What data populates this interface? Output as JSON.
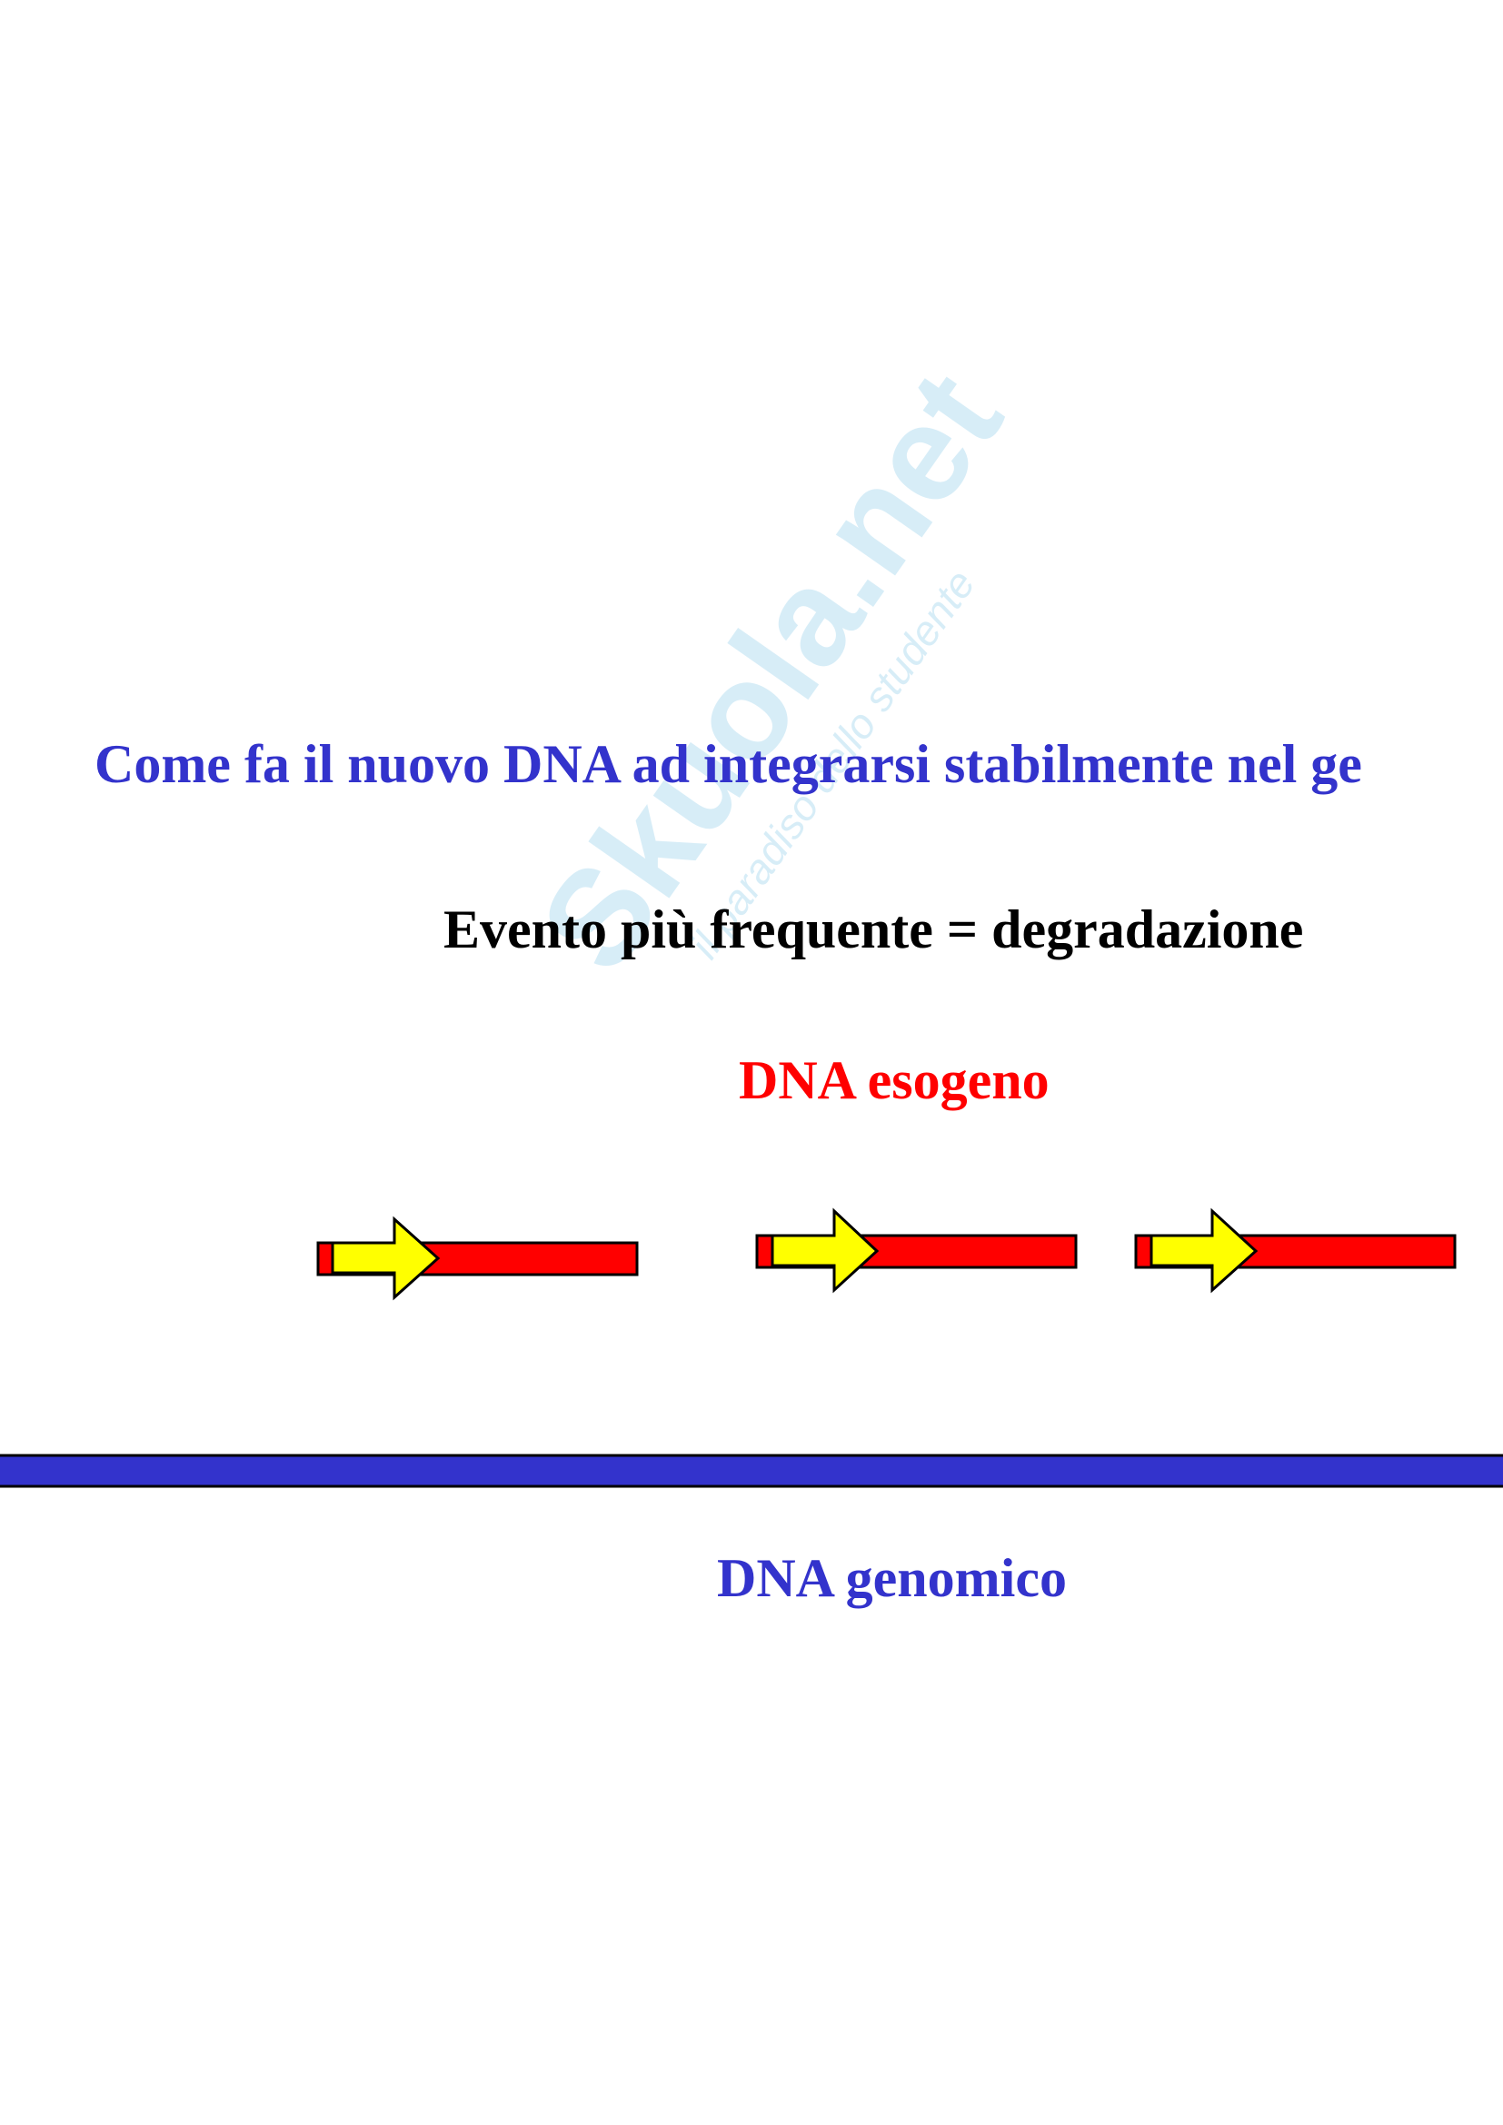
{
  "slide": {
    "title": "Come fa il nuovo DNA ad integrarsi stabilmente nel ge",
    "subtitle": "Evento più frequente = degradazione",
    "exogenous_label": "DNA esogeno",
    "genomic_label": "DNA genomico"
  },
  "watermark": {
    "brand": "Skuola.net",
    "tagline": "il paradiso dello studente"
  },
  "colors": {
    "title_blue": "#3333cc",
    "exogenous_red": "#ff0000",
    "arrow_yellow": "#ffff00",
    "genomic_blue": "#3333cc"
  }
}
